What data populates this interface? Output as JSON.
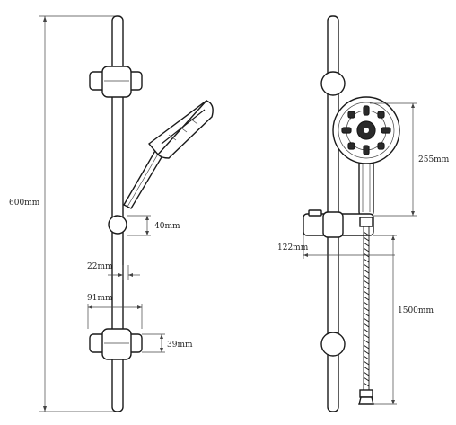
{
  "dimensions": {
    "total_height": "600mm",
    "clip_depth": "40mm",
    "bar_gap": "22mm",
    "bracket_width": "91mm",
    "bracket_height": "39mm",
    "head_height": "255mm",
    "slider_depth": "122mm",
    "hose_length": "1500mm"
  },
  "colors": {
    "line": "#1a1a1a",
    "background": "#ffffff"
  }
}
